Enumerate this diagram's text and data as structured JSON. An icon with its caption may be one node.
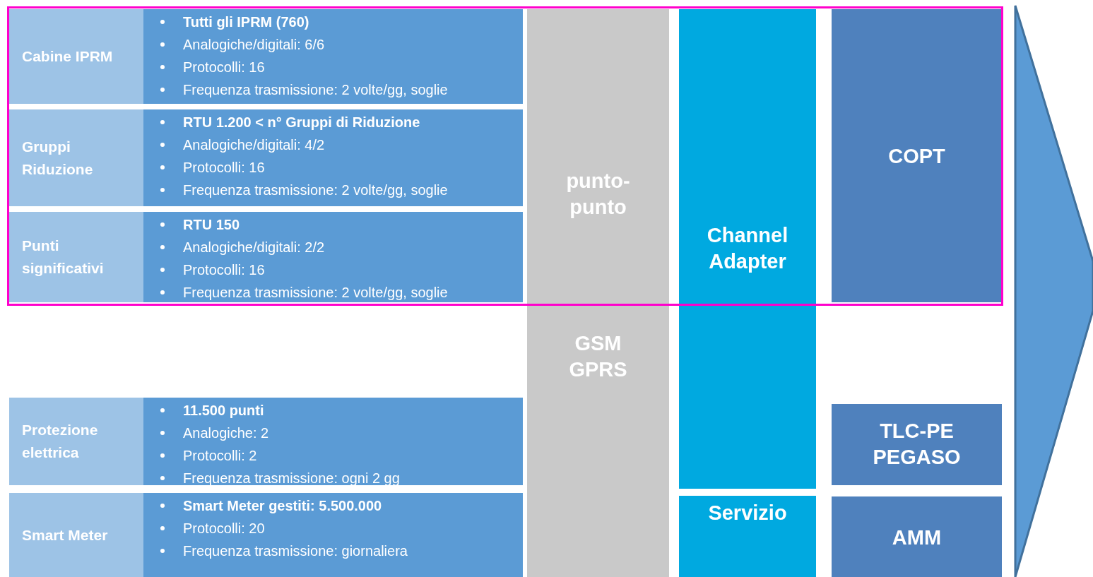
{
  "diagram": {
    "nodes": [
      {
        "text": [
          "Cabine IPRM"
        ]
      },
      {
        "text": [
          "Tutti gli IPRM (760)",
          "Analogiche/digitali: 6/6",
          "Protocolli: 16",
          "Frequenza trasmissione: 2 volte/gg, soglie"
        ]
      },
      {
        "text": [
          "Gruppi Riduzione"
        ]
      },
      {
        "text": [
          "RTU 1.200 < n° Gruppi di Riduzione",
          "Analogiche/digitali: 4/2",
          "Protocolli: 16",
          "Frequenza trasmissione: 2 volte/gg, soglie"
        ]
      },
      {
        "text": [
          "Punti significativi"
        ]
      },
      {
        "text": [
          "RTU 150",
          "Analogiche/digitali: 2/2",
          "Protocolli: 16",
          "Frequenza trasmissione: 2 volte/gg, soglie"
        ]
      },
      {
        "text": [
          "Protezione elettrica"
        ]
      },
      {
        "text": [
          "11.500 punti",
          "Analogiche: 2",
          "Protocolli: 2",
          "Frequenza trasmissione: ogni 2 gg"
        ]
      },
      {
        "text": [
          "Smart Meter"
        ]
      },
      {
        "text": [
          "Smart Meter gestiti:  5.500.000",
          "Protocolli: 20",
          "Frequenza trasmissione: giornaliera"
        ]
      },
      {
        "text": [
          "punto-punto",
          "GSM GPRS"
        ]
      },
      {
        "text": [
          "Channel Adapter"
        ]
      },
      {
        "text": [
          "Servizio"
        ]
      },
      {
        "text": [
          "COPT"
        ]
      },
      {
        "text": [
          "TLC-PE PEGASO"
        ]
      },
      {
        "text": [
          "AMM"
        ]
      }
    ]
  }
}
